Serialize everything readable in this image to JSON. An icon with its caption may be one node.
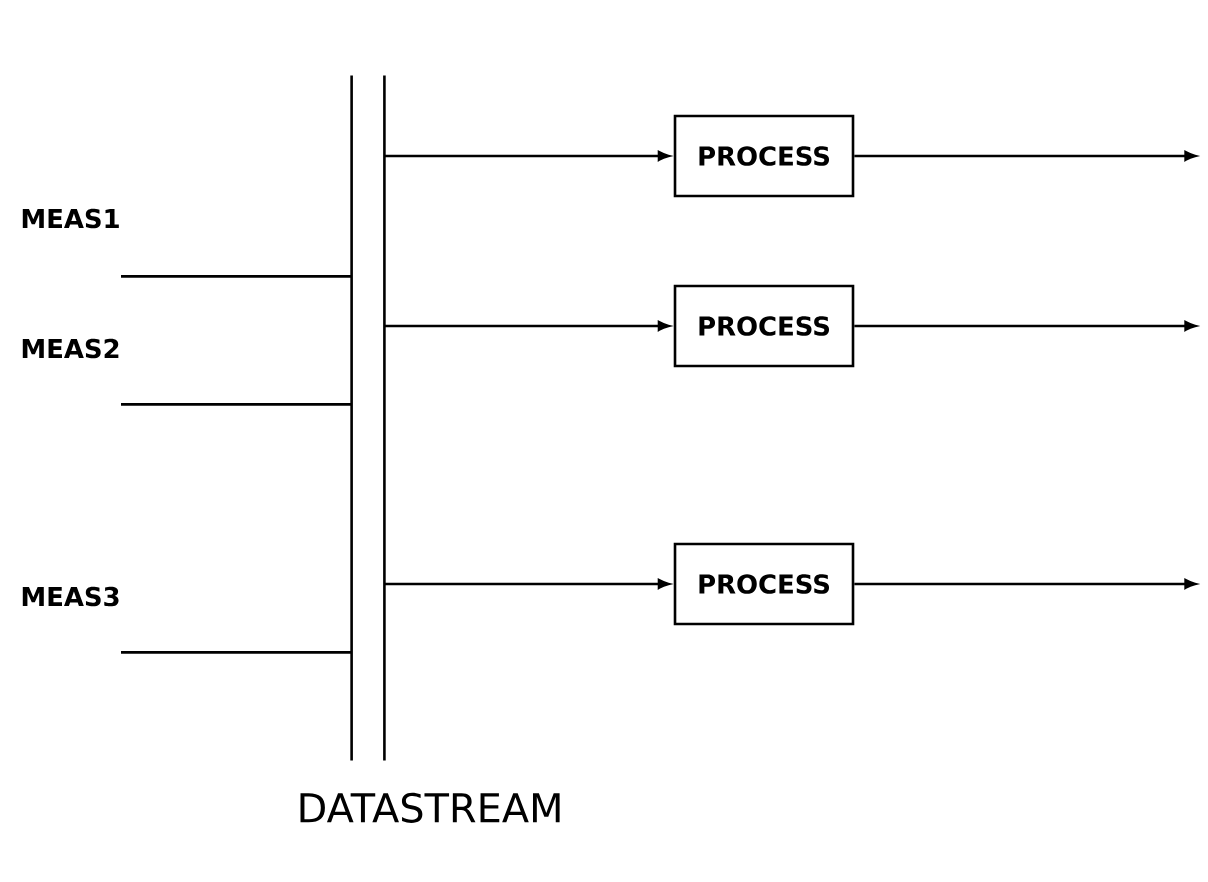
{
  "diagram": {
    "nodes": [
      {
        "text": [
          "MEAS1"
        ]
      },
      {
        "text": [
          "MEAS2"
        ]
      },
      {
        "text": [
          "MEAS3"
        ]
      },
      {
        "text": [
          "DATASTREAM"
        ]
      },
      {
        "text": [
          "PROCESS"
        ]
      },
      {
        "text": [
          "PROCESS"
        ]
      },
      {
        "text": [
          "PROCESS"
        ]
      }
    ],
    "edges": [
      {
        "from": 0,
        "to": 3,
        "arrow": "none"
      },
      {
        "from": 1,
        "to": 3,
        "arrow": "none"
      },
      {
        "from": 2,
        "to": 3,
        "arrow": "none"
      },
      {
        "from": 3,
        "to": 4,
        "arrow": "to"
      },
      {
        "from": 3,
        "to": 5,
        "arrow": "to"
      },
      {
        "from": 3,
        "to": 6,
        "arrow": "to"
      },
      {
        "from": 4,
        "to": null,
        "arrow": "to"
      },
      {
        "from": 5,
        "to": null,
        "arrow": "to"
      },
      {
        "from": 6,
        "to": null,
        "arrow": "to"
      }
    ]
  }
}
